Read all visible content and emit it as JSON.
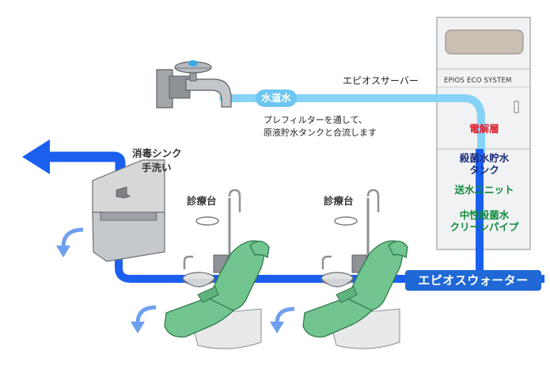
{
  "labels": {
    "tap_water": "水道水",
    "server_name": "エピオスサーバー",
    "prefilter_line1": "プレフィルターを通して、",
    "prefilter_line2": "原液貯水タンクと合流します",
    "sink_line1": "消毒シンク",
    "sink_line2": "手洗い",
    "unit_label_1": "診療台",
    "unit_label_2": "診療台",
    "epios_water": "エピオスウォーター"
  },
  "server": {
    "system_name": "EPIOS ECO SYSTEM",
    "stages": [
      {
        "text": "電解層",
        "color": "#e02030"
      },
      {
        "text": "殺菌水貯水",
        "color": "#1a2d7a"
      },
      {
        "text": "タンク",
        "color": "#1a2d7a"
      },
      {
        "text": "送水ユニット",
        "color": "#0f8a3c"
      },
      {
        "text": "中性殺菌水",
        "color": "#0f8a3c"
      },
      {
        "text": "クリーンパイプ",
        "color": "#0f8a3c"
      }
    ]
  },
  "colors": {
    "pipe_main": "#1a5ff0",
    "pipe_light": "#86d3f7",
    "drain_arrow": "#6f9ff0",
    "chair_green": "#72c58f",
    "server_border": "#9aa0a6"
  },
  "icons": [
    "faucet-icon",
    "sink-icon",
    "dental-chair-icon",
    "drain-arrow-icon",
    "flow-arrow-icon"
  ]
}
